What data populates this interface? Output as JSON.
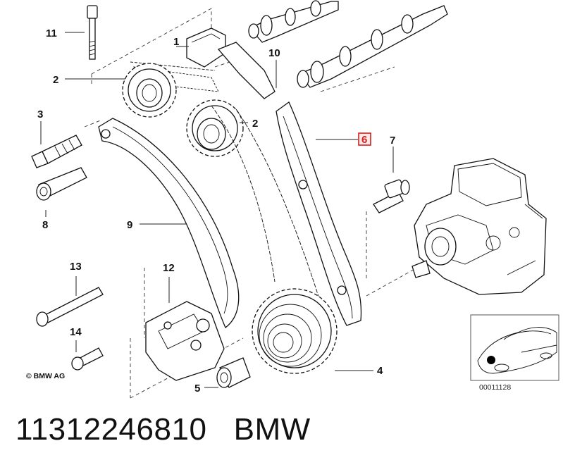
{
  "callouts": {
    "c1": "1",
    "c2a": "2",
    "c2b": "2",
    "c3": "3",
    "c4": "4",
    "c5": "5",
    "c6": "6",
    "c7": "7",
    "c8": "8",
    "c9": "9",
    "c10": "10",
    "c11": "11",
    "c12": "12",
    "c13": "13",
    "c14": "14"
  },
  "highlighted_callout": "6",
  "highlight_color": "#d42020",
  "copyright": "© BMW AG",
  "reference_code": "00011128",
  "part_number": "11312246810",
  "brand": "BMW"
}
